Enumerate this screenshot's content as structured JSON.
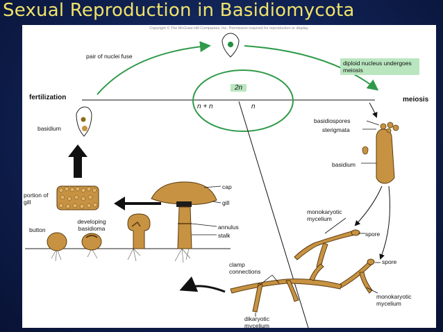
{
  "title": "Sexual Reproduction in Basidiomycota",
  "copyright": "Copyright © The McGraw-Hill Companies, Inc. Permission required for reproduction or display.",
  "labels": {
    "pair_nuclei": "pair of nuclei fuse",
    "diploid_note": "diploid nucleus undergoes meiosis",
    "fertilization": "fertilization",
    "meiosis": "meiosis",
    "ploidy_2n": "2n",
    "ploidy_nn": "n + n",
    "ploidy_n": "n",
    "basidium_left": "basidium",
    "portion_of_gill": "portion of gill",
    "basidiospores": "basidiospores",
    "sterigmata": "sterigmata",
    "basidium_right": "basidium",
    "cap": "cap",
    "gill": "gill",
    "annulus": "annulus",
    "stalk": "stalk",
    "button": "button",
    "developing_basidioma": "developing basidioma",
    "monokaryotic_mycelium_top": "monokaryotic mycelium",
    "spore_1": "spore",
    "spore_2": "spore",
    "clamp_connections": "clamp connections",
    "monokaryotic_mycelium_bottom": "monokaryotic mycelium",
    "dikaryotic_mycelium": "dikaryotic mycelium"
  },
  "colors": {
    "title": "#f0e36a",
    "arrow_green": "#2f9a4a",
    "fungus": "#c79342",
    "fungus_outline": "#5a3a10",
    "note_bg": "#b9e6bf"
  }
}
